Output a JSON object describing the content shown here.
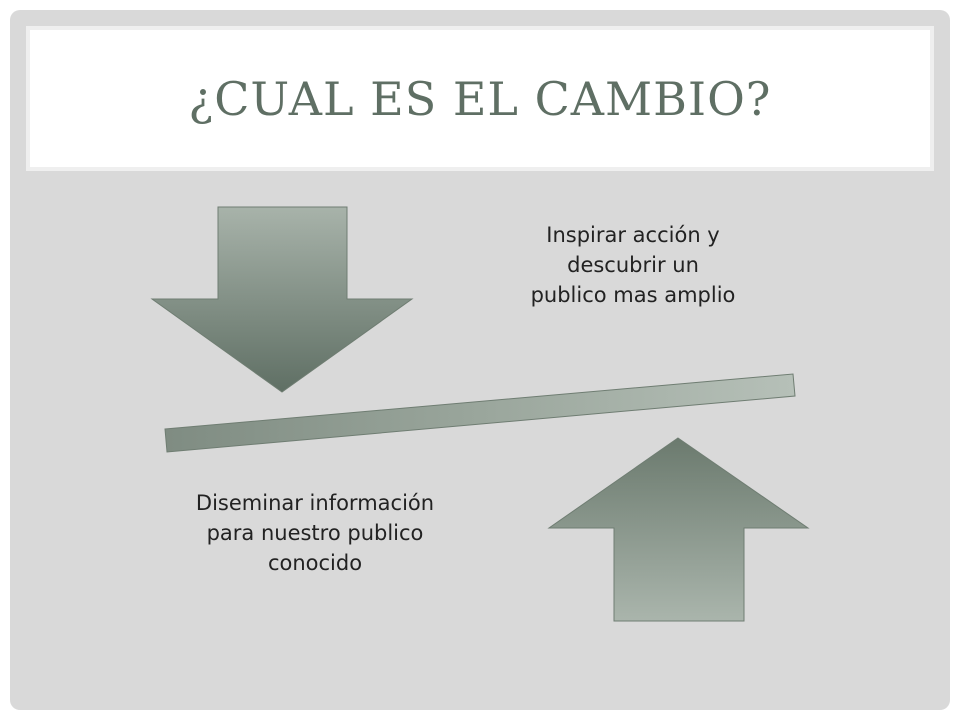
{
  "slide": {
    "title": "¿CUAL ES EL CAMBIO?",
    "label_top": "Inspirar acción y descubrir un publico mas amplio",
    "label_bottom": "Diseminar información para nuestro publico conocido",
    "colors": {
      "background": "#d9d9d9",
      "title_text": "#5f6f64",
      "arrow_fill_light": "#a8b3aa",
      "arrow_fill_dark": "#5f6f64"
    },
    "icons": [
      "arrow-down-icon",
      "arrow-up-icon",
      "seesaw-bar"
    ]
  }
}
